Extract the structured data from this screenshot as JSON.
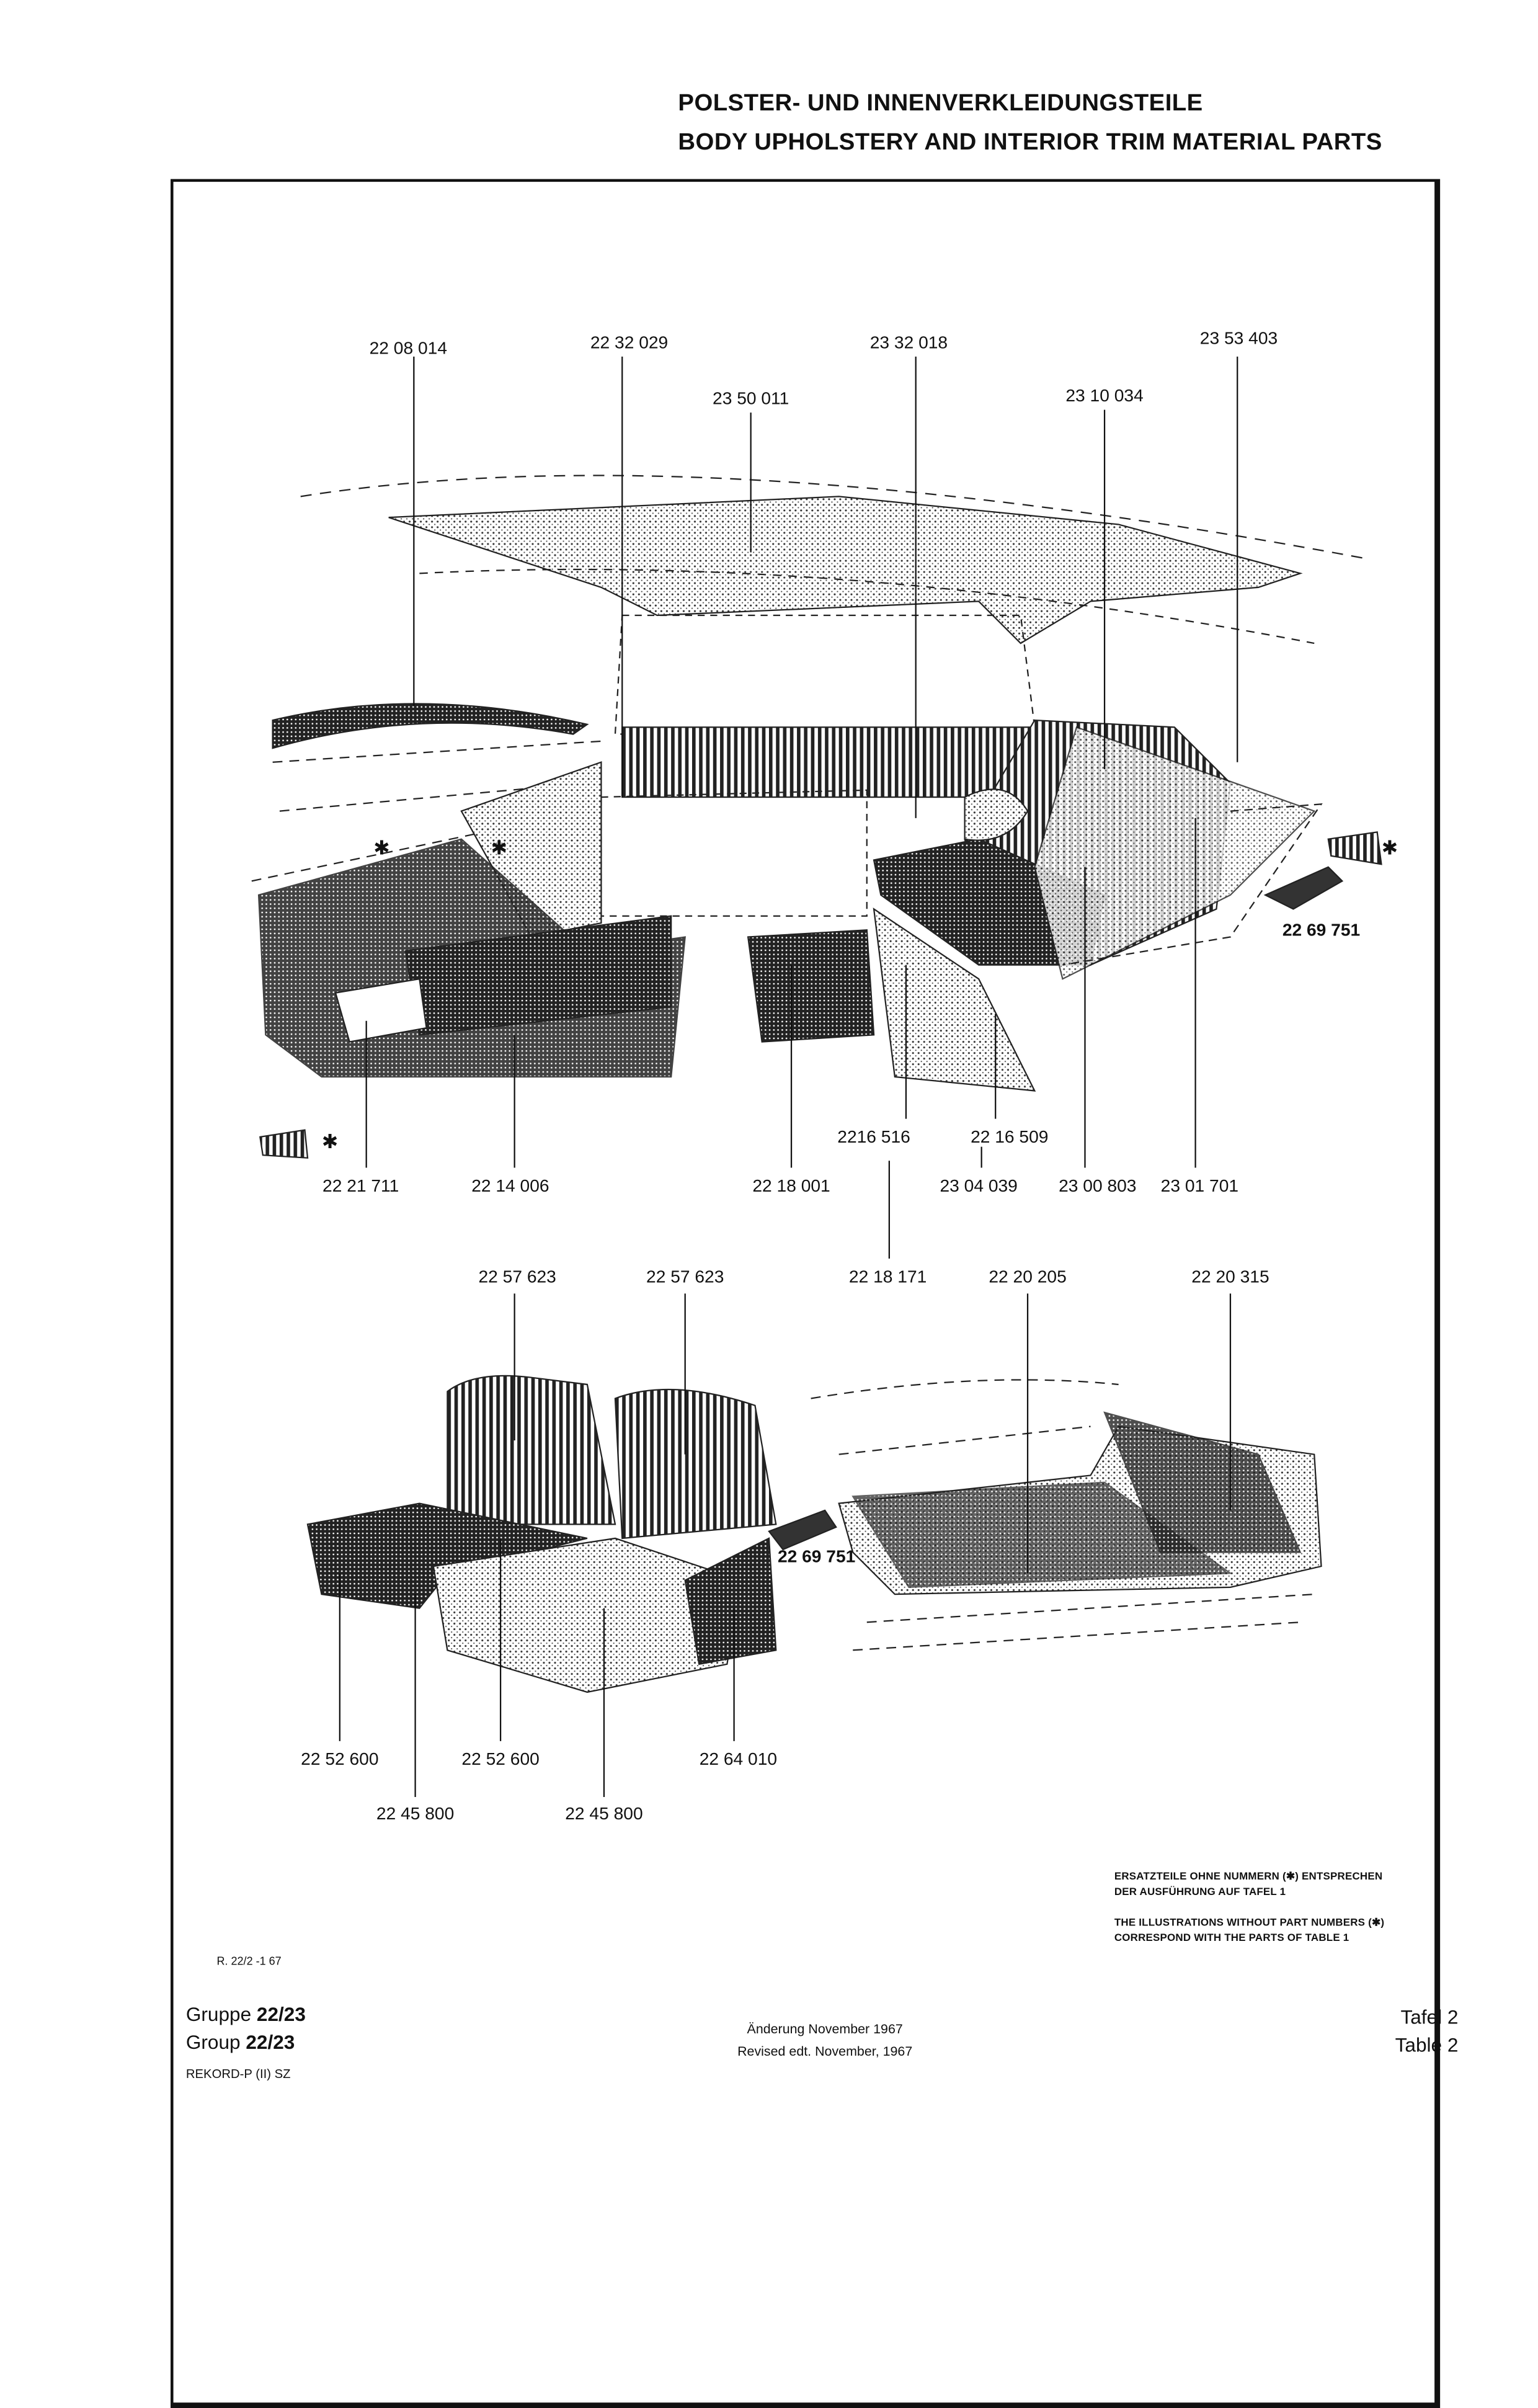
{
  "header": {
    "title_de": "POLSTER- UND INNENVERKLEIDUNGSTEILE",
    "title_en": "BODY UPHOLSTERY AND INTERIOR TRIM MATERIAL PARTS"
  },
  "upper_illustration": {
    "part_numbers": [
      "22 08 014",
      "22 32 029",
      "23 32 018",
      "23 53 403",
      "23 50 011",
      "23 10 034",
      "22 69 751",
      "22 21 711",
      "22 14 006",
      "22 18 001",
      "2216 516",
      "22 16 509",
      "23 04 039",
      "23 00 803",
      "23 01 701",
      "22 18 171"
    ],
    "asterisk": "✱"
  },
  "lower_illustration": {
    "part_numbers": [
      "22 57 623",
      "22 57 623",
      "22 20 205",
      "22 20 315",
      "22 69 751",
      "22 52 600",
      "22 52 600",
      "22 64 010",
      "22 45 800",
      "22 45 800"
    ]
  },
  "notes": {
    "de_line1": "ERSATZTEILE OHNE NUMMERN (✱) ENTSPRECHEN",
    "de_line2": "DER AUSFÜHRUNG AUF TAFEL 1",
    "en_line1": "THE ILLUSTRATIONS WITHOUT PART NUMBERS (✱)",
    "en_line2": "CORRESPOND WITH THE PARTS OF TABLE 1"
  },
  "drawing_ref": "R. 22/2 -1 67",
  "footer": {
    "gruppe_label": "Gruppe",
    "gruppe_value": "22/23",
    "group_label": "Group",
    "group_value": "22/23",
    "model": "REKORD-P (II) SZ",
    "revision_de": "Änderung November 1967",
    "revision_en": "Revised edt. November, 1967",
    "tafel": "Tafel 2",
    "table": "Table 2"
  }
}
